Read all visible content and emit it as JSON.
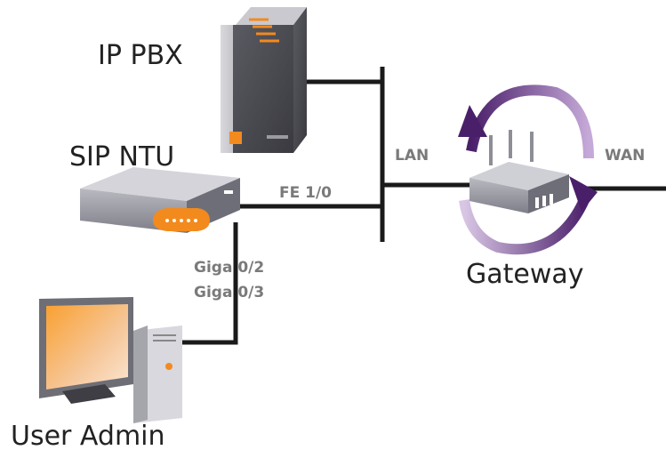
{
  "nodes": {
    "ip_pbx": {
      "label": "IP PBX"
    },
    "sip_ntu": {
      "label": "SIP NTU"
    },
    "gateway": {
      "label": "Gateway"
    },
    "user_admin": {
      "label": "User Admin"
    }
  },
  "links": {
    "lan_label": "LAN",
    "wan_label": "WAN",
    "fe_port": "FE 1/0",
    "giga_port_a": "Giga 0/2",
    "giga_port_b": "Giga 0/3"
  },
  "colors": {
    "accent_orange": "#f28a1e",
    "device_gray": "#8e8e96",
    "arrow_purple": "#5a2d7a"
  },
  "icons": [
    "server-icon",
    "ntu-router-icon",
    "gateway-router-icon",
    "desktop-computer-icon",
    "sync-arrows-icon"
  ]
}
